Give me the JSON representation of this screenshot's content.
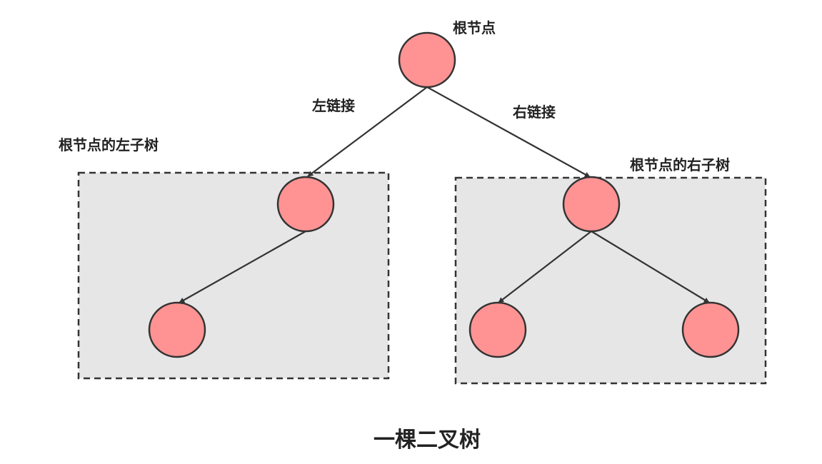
{
  "labels": {
    "root": "根节点",
    "left_link": "左链接",
    "right_link": "右链接",
    "left_subtree": "根节点的左子树",
    "right_subtree": "根节点的右子树"
  },
  "caption": "一棵二叉树",
  "colors": {
    "node_fill": "#ff9393",
    "stroke": "#333333",
    "subtree_fill": "#e6e6e6"
  }
}
